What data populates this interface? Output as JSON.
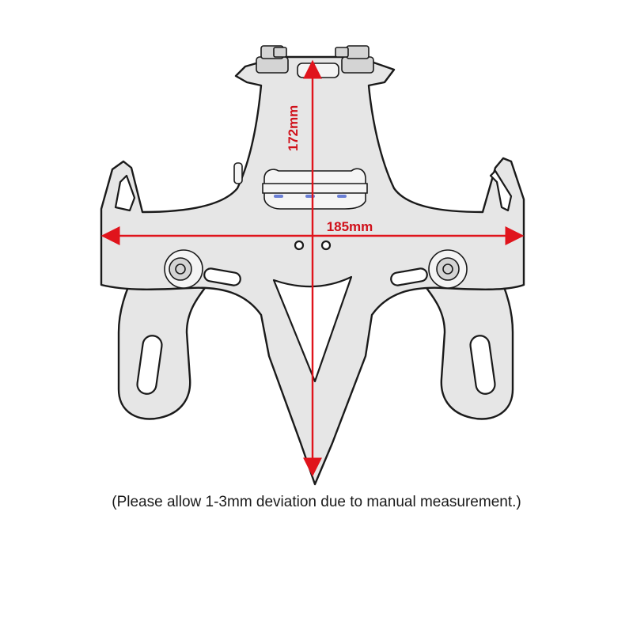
{
  "diagram": {
    "subject": "license plate bracket",
    "dimensions": [
      {
        "id": "height",
        "label": "172mm",
        "value": 172,
        "unit": "mm"
      },
      {
        "id": "width",
        "label": "185mm",
        "value": 185,
        "unit": "mm"
      }
    ],
    "colors": {
      "dimension": "#e0141c",
      "part_fill": "#e6e6e6",
      "outline": "#1a1a1a",
      "led": "#6a7fd6"
    },
    "caption": "(Please allow 1-3mm deviation due to manual measurement.)"
  }
}
